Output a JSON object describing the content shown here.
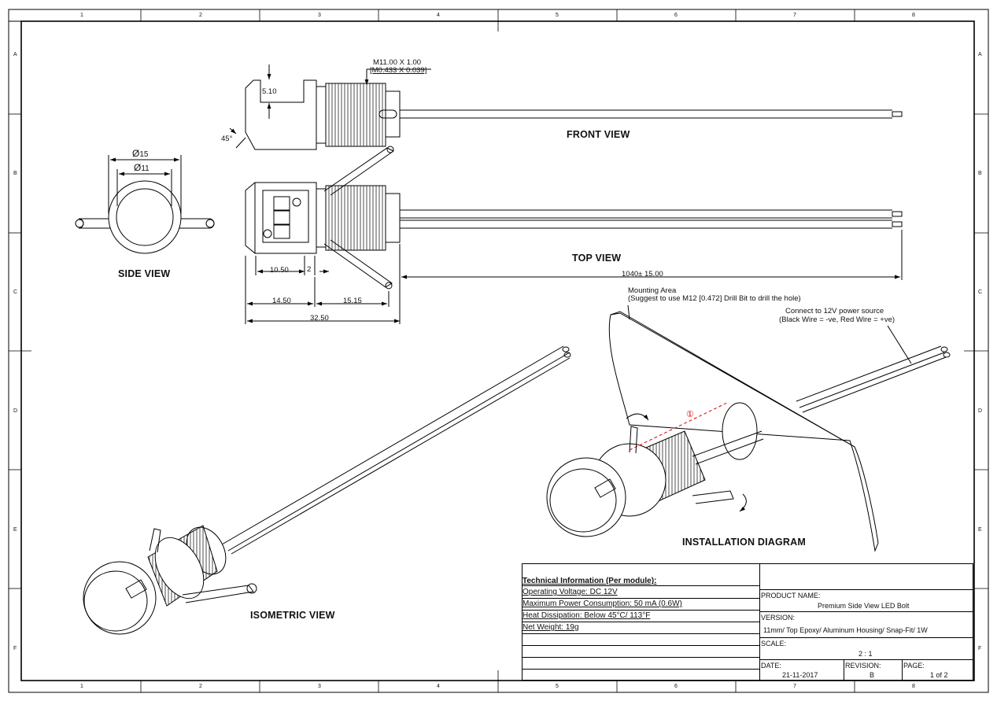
{
  "zones": {
    "columns": [
      "1",
      "2",
      "3",
      "4",
      "5",
      "6",
      "7",
      "8"
    ],
    "rows": [
      "A",
      "B",
      "C",
      "D",
      "E",
      "F"
    ]
  },
  "views": {
    "front": "FRONT VIEW",
    "top": "TOP VIEW",
    "side": "SIDE VIEW",
    "isometric": "ISOMETRIC VIEW",
    "installation": "INSTALLATION DIAGRAM"
  },
  "dimensions": {
    "thread_metric": "M11.00 X 1.00",
    "thread_imperial": "[M0.433 X 0.039]",
    "depth": "5.10",
    "chamfer": "45°",
    "outer_diameter": "15",
    "inner_diameter": "11",
    "diameter_symbol": "Ø",
    "d_10_50": "10.50",
    "d_2": "2",
    "d_14_50": "14.50",
    "d_15_15": "15.15",
    "d_32_50": "32.50",
    "wire_length": "1040",
    "wire_tol": "± 15.00"
  },
  "annotations": {
    "mounting_area": "Mounting Area",
    "drill_note": "(Suggest to use M12 [0.472] Drill Bit to drill the hole)",
    "power_source": "Connect to 12V power source",
    "wire_note": "(Black Wire = -ve, Red Wire = +ve)",
    "step_marker": "①"
  },
  "title_block": {
    "tech_heading": "Technical Information (Per module):",
    "tech_lines": [
      "Operating Voltage: DC 12V",
      "Maximum Power Consumption: 50 mA (0.6W)",
      "Heat Dissipation: Below 45°C/ 113°F",
      "Net Weight: 19g"
    ],
    "product_name_label": "PRODUCT NAME:",
    "product_name": "Premium Side View LED Bolt",
    "version_label": "VERSION:",
    "version": "11mm/ Top Epoxy/ Aluminum Housing/ Snap-Fit/ 1W",
    "scale_label": "SCALE:",
    "scale": "2 : 1",
    "date_label": "DATE:",
    "date": "21-11-2017",
    "revision_label": "REVISION:",
    "revision": "B",
    "page_label": "PAGE:",
    "page": "1 of 2"
  }
}
